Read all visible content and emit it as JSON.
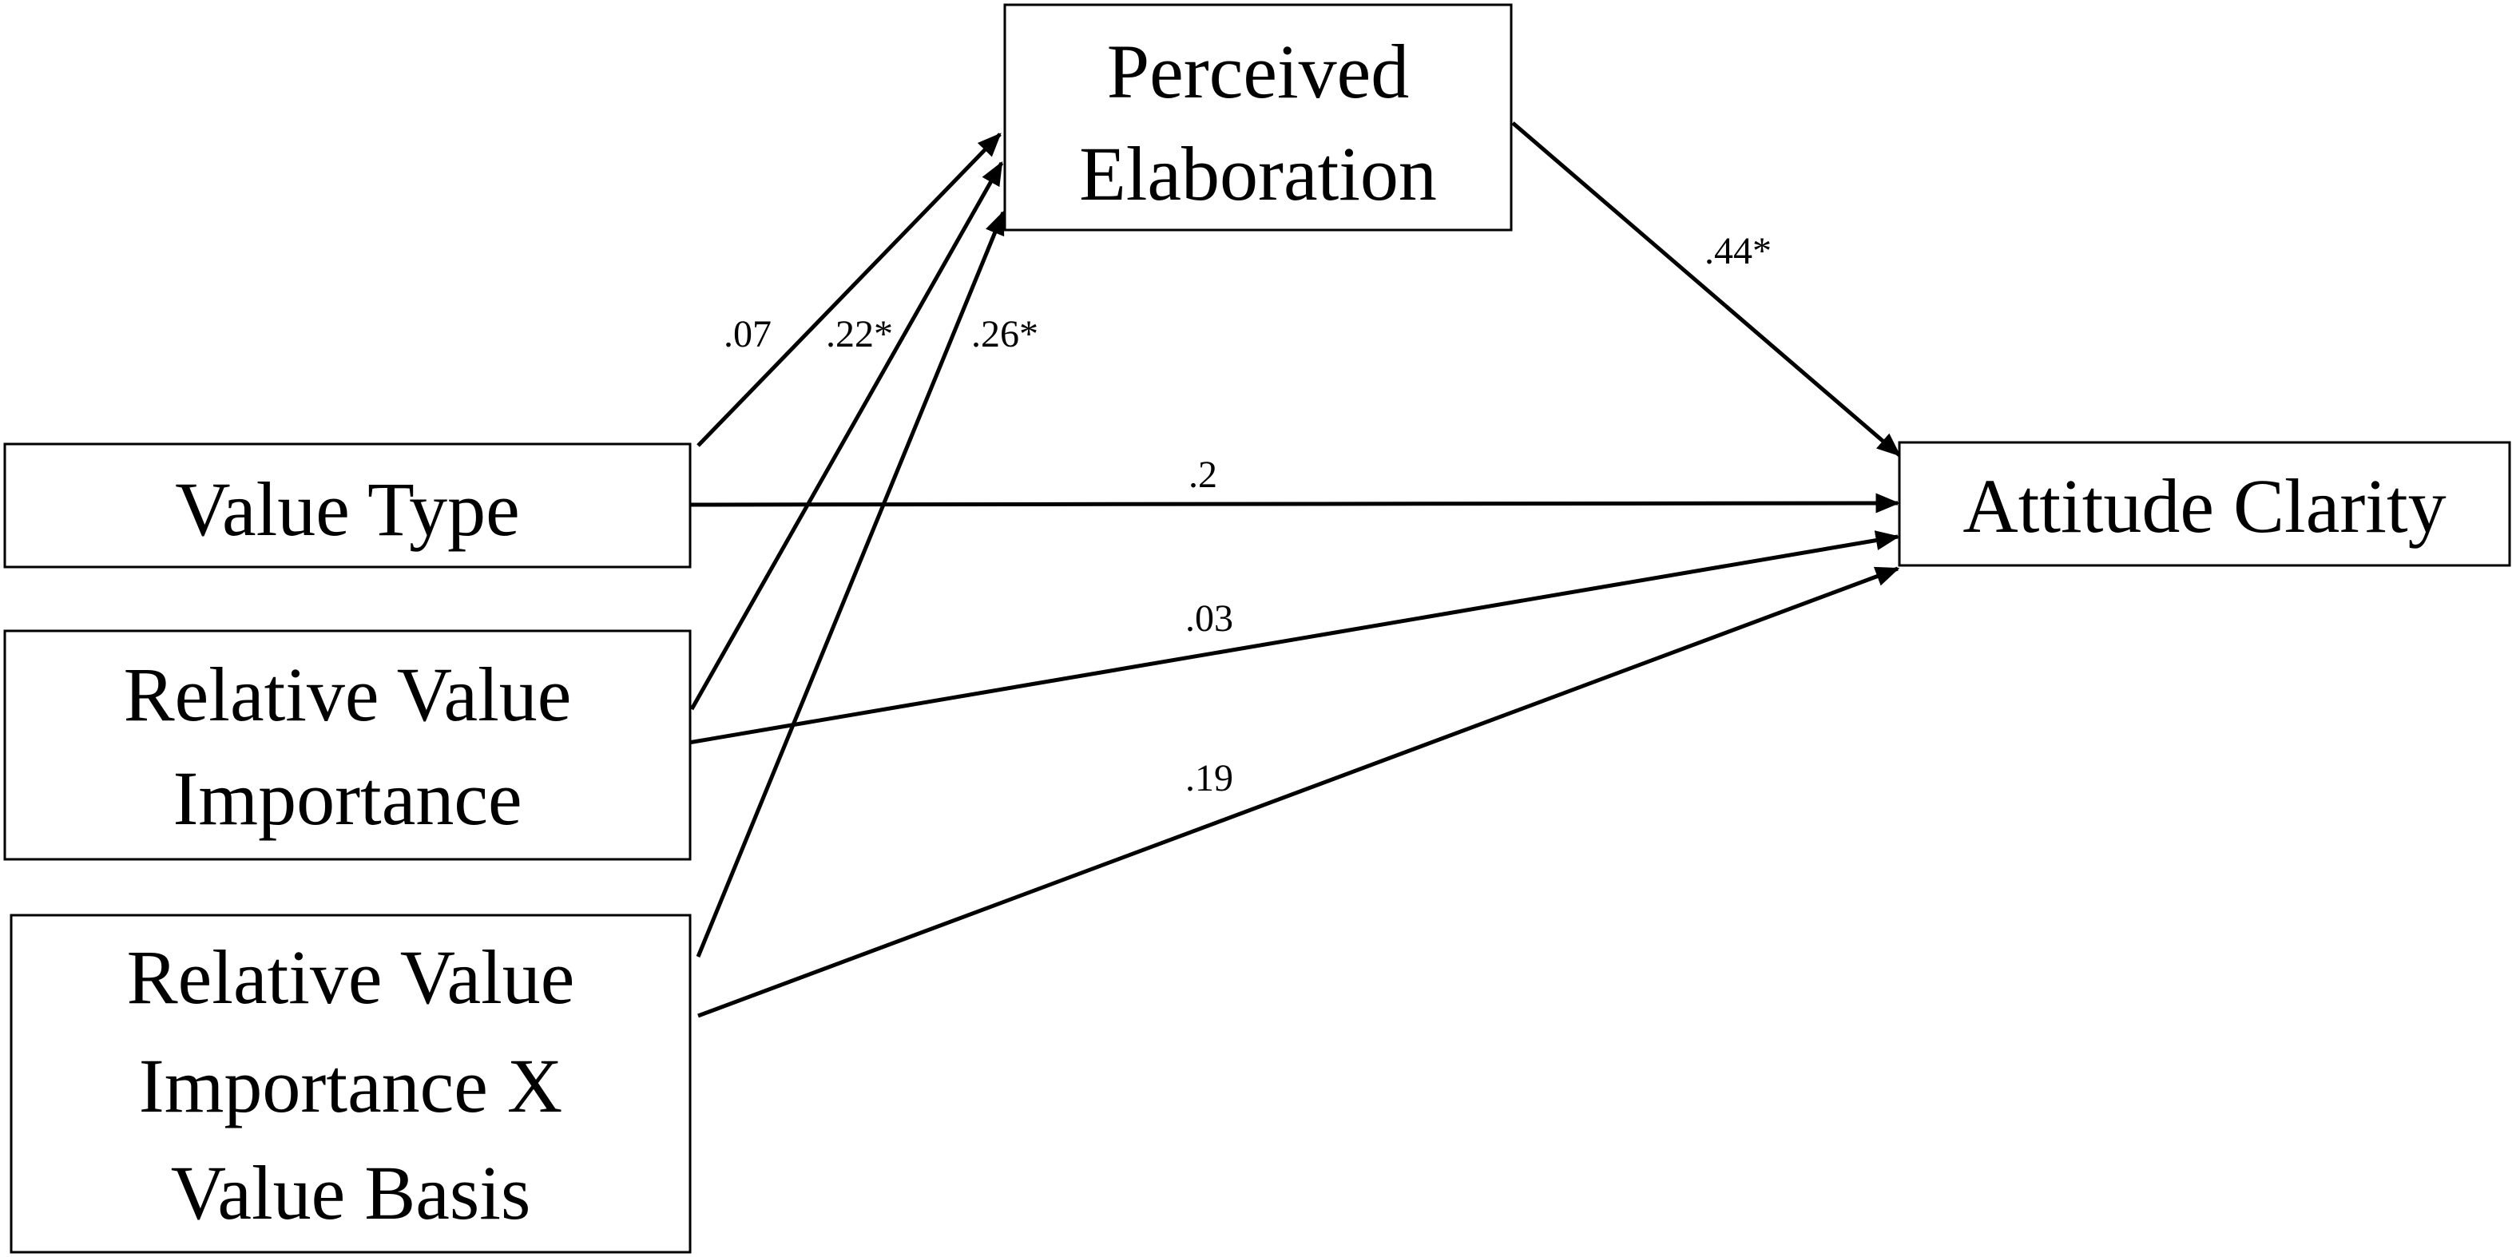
{
  "nodes": {
    "perceived_elaboration": {
      "lines": [
        "Perceived",
        "Elaboration"
      ]
    },
    "attitude_clarity": {
      "lines": [
        "Attitude Clarity"
      ]
    },
    "value_type": {
      "lines": [
        "Value Type"
      ]
    },
    "relative_value_importance": {
      "lines": [
        "Relative Value",
        "Importance"
      ]
    },
    "interaction": {
      "lines": [
        "Relative Value",
        "Importance X",
        "Value Basis"
      ]
    }
  },
  "paths": [
    {
      "from": "value_type",
      "to": "perceived_elaboration",
      "coefficient": ".07"
    },
    {
      "from": "relative_value_importance",
      "to": "perceived_elaboration",
      "coefficient": ".22*"
    },
    {
      "from": "interaction",
      "to": "perceived_elaboration",
      "coefficient": ".26*"
    },
    {
      "from": "perceived_elaboration",
      "to": "attitude_clarity",
      "coefficient": ".44*"
    },
    {
      "from": "value_type",
      "to": "attitude_clarity",
      "coefficient": ".2"
    },
    {
      "from": "relative_value_importance",
      "to": "attitude_clarity",
      "coefficient": ".03"
    },
    {
      "from": "interaction",
      "to": "attitude_clarity",
      "coefficient": ".19"
    }
  ]
}
